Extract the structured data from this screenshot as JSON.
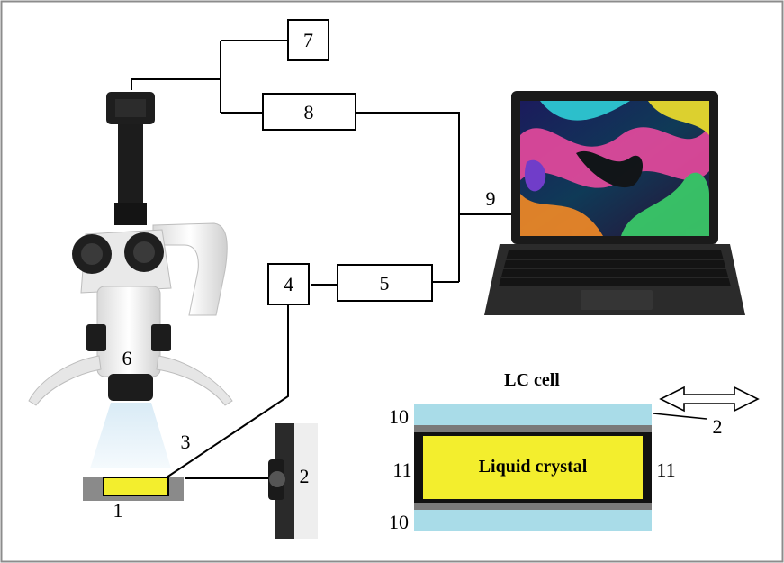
{
  "labels": {
    "box7": "7",
    "box8": "8",
    "box4": "4",
    "box5": "5",
    "conn9": "9",
    "microscope6": "6",
    "sample1": "1",
    "ray3": "3",
    "polarizer2": "2",
    "cell_polarizer2": "2"
  },
  "lc_cell": {
    "title": "LC cell",
    "layer_label_top": "10",
    "layer_label_bottom": "10",
    "spacer_label_left": "11",
    "spacer_label_right": "11",
    "content": "Liquid crystal"
  },
  "colors": {
    "glass": "#a9dce8",
    "lc": "#f3ee2d",
    "spacer": "#111111",
    "electrode": "#7a7a7a",
    "sample_holder": "#8a8a8a"
  }
}
